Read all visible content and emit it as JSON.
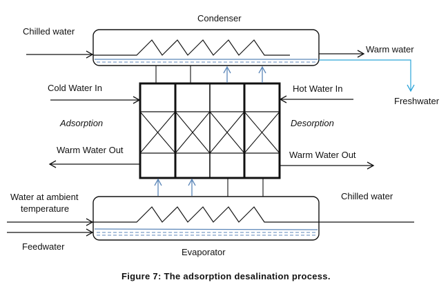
{
  "diagram": {
    "title": "The adsorption desalination process",
    "components": {
      "condenser": "Condenser",
      "evaporator": "Evaporator",
      "adsorption_side": "Adsorption",
      "desorption_side": "Desorption"
    },
    "flows": {
      "condenser_in": "Chilled water",
      "condenser_out": "Warm water",
      "freshwater": "Freshwater",
      "cold_water_in": "Cold Water In",
      "hot_water_in": "Hot Water In",
      "warm_water_out_left": "Warm Water Out",
      "warm_water_out_right": "Warm Water Out",
      "evaporator_in_line1": "Water at ambient",
      "evaporator_in_line2": "temperature",
      "feedwater": "Feedwater",
      "evaporator_out": "Chilled water"
    },
    "bed_count": 4,
    "colors": {
      "line": "#111111",
      "vapor": "#5b86b8",
      "freshwater": "#2aa3d8"
    }
  },
  "caption": "Figure 7: The adsorption desalination process."
}
